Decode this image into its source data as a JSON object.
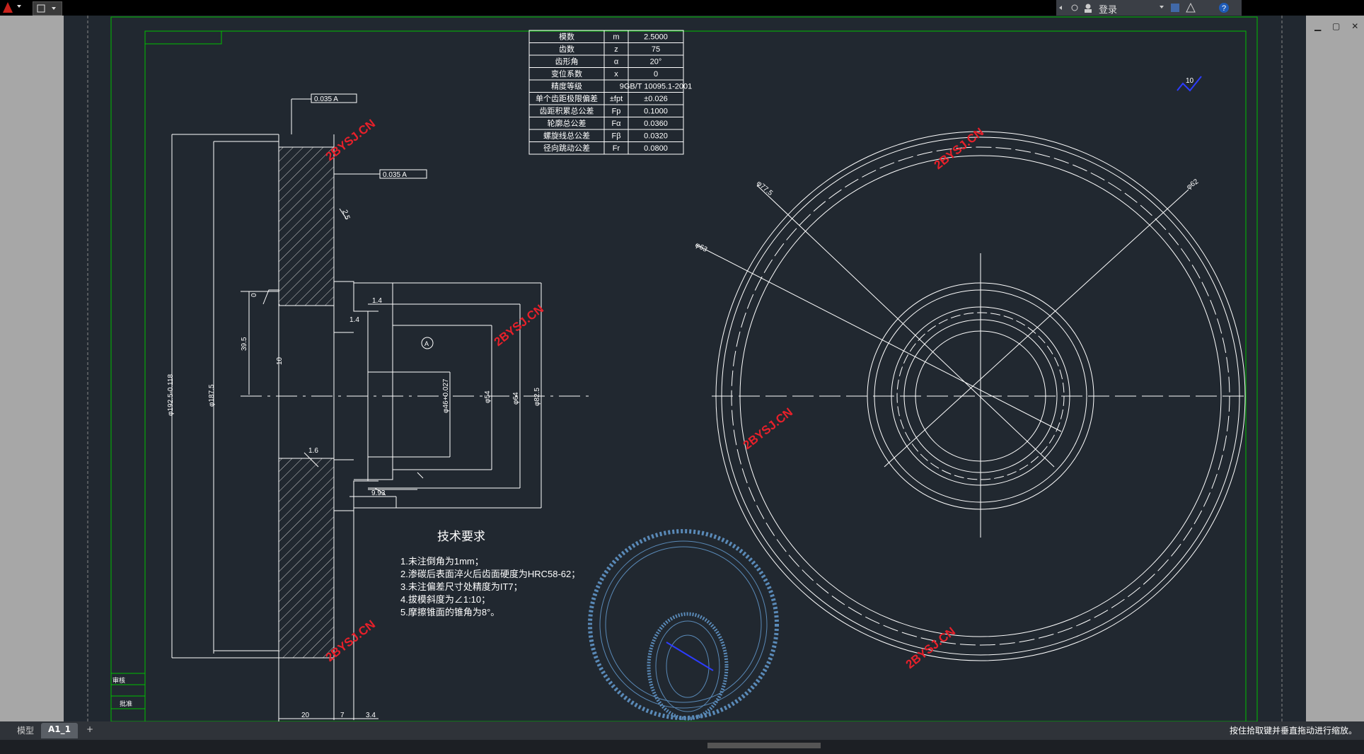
{
  "titlebar": {
    "login_label": "登录"
  },
  "tabs": [
    {
      "label": "模型"
    },
    {
      "label": "A1_1"
    },
    {
      "label": "+"
    }
  ],
  "status": {
    "message": "按住拾取键并垂直拖动进行缩放。"
  },
  "param_table": {
    "rows": [
      {
        "name": "模数",
        "symbol": "m",
        "value": "2.5000"
      },
      {
        "name": "齿数",
        "symbol": "z",
        "value": "75"
      },
      {
        "name": "齿形角",
        "symbol": "α",
        "value": "20°"
      },
      {
        "name": "变位系数",
        "symbol": "x",
        "value": "0"
      },
      {
        "name": "精度等级",
        "symbol": "",
        "value": "9GB/T 10095.1-2001"
      },
      {
        "name": "单个齿距极限偏差",
        "symbol": "±fpt",
        "value": "±0.026"
      },
      {
        "name": "齿距积累总公差",
        "symbol": "Fp",
        "value": "0.1000"
      },
      {
        "name": "轮廓总公差",
        "symbol": "Fα",
        "value": "0.0360"
      },
      {
        "name": "螺旋线总公差",
        "symbol": "Fβ",
        "value": "0.0320"
      },
      {
        "name": "径向跳动公差",
        "symbol": "Fr",
        "value": "0.0800"
      }
    ]
  },
  "requirements": {
    "title": "技术要求",
    "items": [
      "1.未注倒角为1mm；",
      "2.渗碳后表面淬火后齿面硬度为HRC58-62；",
      "3.未注偏差尺寸处精度为IT7；",
      "4.拔模斜度为∠1:10；",
      "5.摩擦锥面的锥角为8°。"
    ]
  },
  "dimensions": {
    "tol1": "0.035 A",
    "tol2": "0.035 A",
    "d192": "φ192.5-0.118",
    "d187": "φ187.5",
    "d39": "39.5",
    "d46": "φ46+0.027",
    "d54": "φ54",
    "d64": "φ64",
    "d82": "φ82.5",
    "r14a": "1.4",
    "r14b": "1.4",
    "r16": "1.6",
    "r25": "2.5",
    "d993": "9.93",
    "d20": "20",
    "d7": "7",
    "d34": "3.4",
    "d10": "10",
    "d0": "0",
    "datumA": "A",
    "dia775": "φ77.5",
    "dia63": "φ63",
    "dia62": "φ62",
    "rough10": "10"
  },
  "title_block": {
    "cell1": "审核",
    "cell2": "批准"
  },
  "watermark": "2BYSJ.CN",
  "colors": {
    "line": "#ffffff",
    "frame": "#00c000",
    "watermark": "#e8202a",
    "gear": "#5a8ab8"
  }
}
